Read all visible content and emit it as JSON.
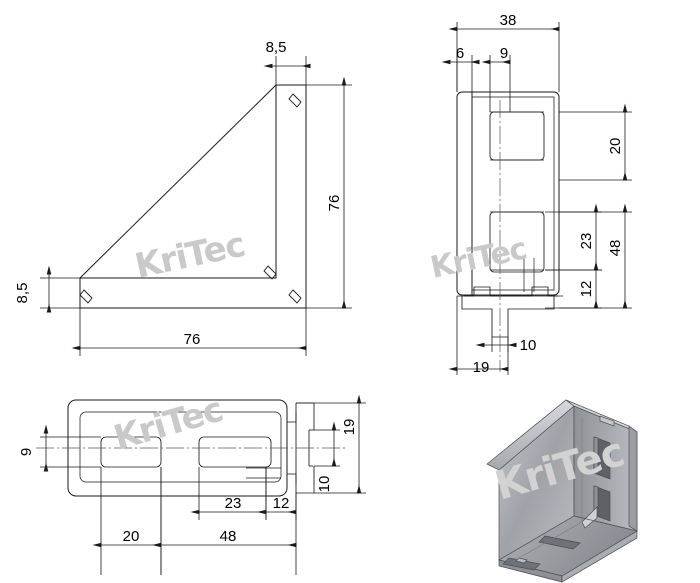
{
  "document": {
    "kind": "technical-drawing",
    "title": "Angle bracket 90° – multi-view engineering drawing",
    "background_color": "#ffffff",
    "line_color": "#1a1a1a",
    "watermark_color": "#c9c9c9",
    "watermark_text": "KriTec"
  },
  "views": {
    "front": {
      "name": "front-triangle-view",
      "dimensions": {
        "top_thickness": "8,5",
        "left_thickness": "8,5",
        "height": "76",
        "width": "76"
      }
    },
    "side": {
      "name": "side-profile-view",
      "dimensions": {
        "overall_width": "38",
        "edge_offset": "6",
        "slot_width": "9",
        "upper_slot_center": "20",
        "lower_slot_center": "23",
        "total_height": "48",
        "foot_height": "12",
        "tab_width": "10",
        "base_width": "19"
      }
    },
    "top": {
      "name": "top-plan-view",
      "dimensions": {
        "slot_width": "9",
        "left_slot_center": "20",
        "right_slot_center": "23",
        "tab_offset": "12",
        "overall_length": "48",
        "tab_height": "19",
        "tab_inner": "10"
      }
    },
    "iso": {
      "name": "isometric-3d-view",
      "label": "3D rendered bracket"
    }
  },
  "labels": {
    "d_8_5_top": "8,5",
    "d_8_5_left": "8,5",
    "d_76_v": "76",
    "d_76_h": "76",
    "d_38": "38",
    "d_6": "6",
    "d_9_side": "9",
    "d_20_side": "20",
    "d_23_side": "23",
    "d_48_side": "48",
    "d_12_side": "12",
    "d_10_side": "10",
    "d_19_side": "19",
    "d_9_top": "9",
    "d_20_top": "20",
    "d_23_top": "23",
    "d_12_top": "12",
    "d_48_top": "48",
    "d_19_top": "19",
    "d_10_top": "10",
    "wm_front": "KriTec",
    "wm_side": "KriTec",
    "wm_top": "KriTec",
    "wm_iso": "KriTec"
  }
}
